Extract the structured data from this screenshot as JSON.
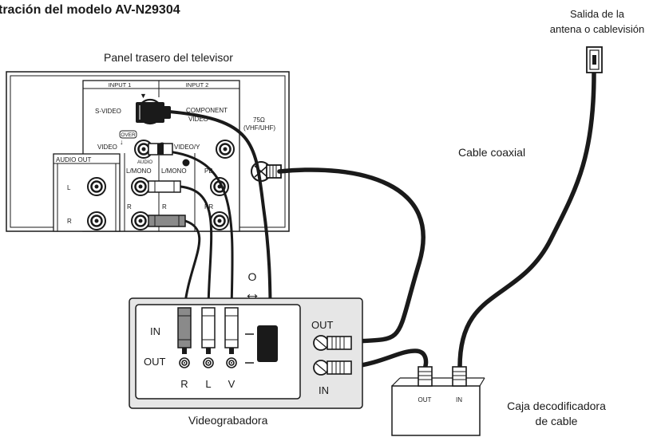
{
  "title": "tración del modelo AV-N29304",
  "tv": {
    "caption": "Panel trasero del televisor",
    "input1": "INPUT 1",
    "input2": "INPUT 2",
    "svideo": "S-VIDEO",
    "over": "OVER",
    "component": "COMPONENT",
    "component_video": "VIDEO",
    "video": "VIDEO",
    "audio": "AUDIO",
    "video_y": "VIDEO/Y",
    "lmono1": "L/MONO",
    "lmono2": "L/MONO",
    "pb": "PB",
    "pr": "PR",
    "r1": "R",
    "r2": "R",
    "audio_out": "AUDIO OUT",
    "out_l": "L",
    "out_r": "R",
    "ant_ohm": "75Ω",
    "ant_band": "(VHF/UHF)"
  },
  "antenna": {
    "line1": "Salida de la",
    "line2": "antena o cablevisión"
  },
  "coax_label": "Cable coaxial",
  "or_label": "O",
  "vcr": {
    "caption": "Videograbadora",
    "in": "IN",
    "out": "OUT",
    "r": "R",
    "l": "L",
    "v": "V",
    "rf_out": "OUT",
    "rf_in": "IN"
  },
  "cable_box": {
    "line1": "Caja decodificadora",
    "line2": "de cable",
    "out": "OUT",
    "in": "IN"
  }
}
